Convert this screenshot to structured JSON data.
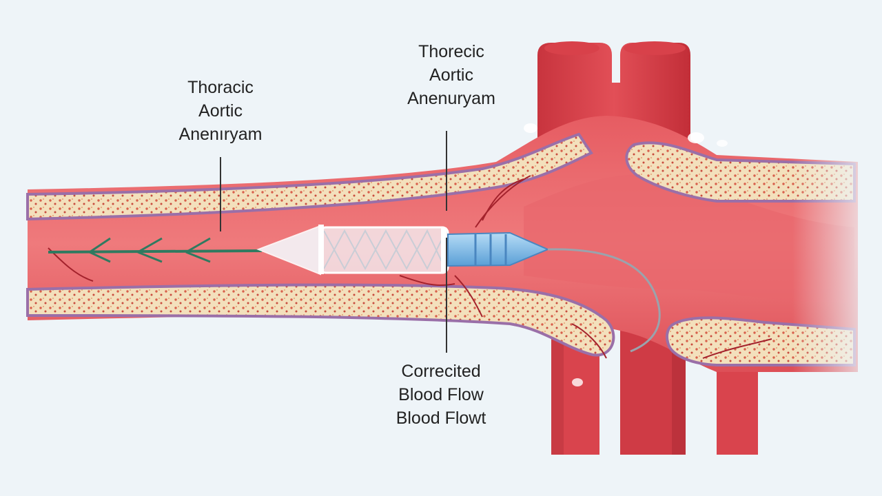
{
  "labels": {
    "left": [
      "Thoracic",
      "Aortic",
      "Anenıryam"
    ],
    "top": [
      "Thorecic",
      "Aortic",
      "Anenuryam"
    ],
    "bottom": [
      "Correcited",
      "Blood Flow",
      "Blood Flowt"
    ]
  },
  "colors": {
    "background": "#eef4f8",
    "vessel": "#e0525a",
    "vessel_dark": "#b8323b",
    "vessel_light": "#f0878a",
    "wall_fill": "#f2ddb8",
    "wall_dots": "#d45c4a",
    "wall_border": "#9a6fa8",
    "stent": "#f4f6fa",
    "catheter_tip": "#8ec4ec",
    "guidewire": "#2f7a60",
    "leader_line": "#333333"
  }
}
